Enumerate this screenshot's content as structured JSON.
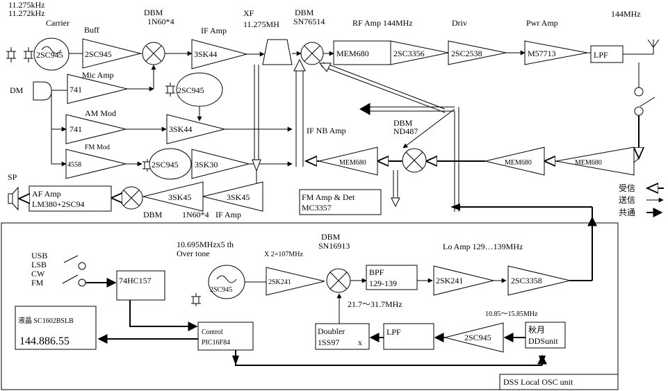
{
  "labels": {
    "freq1": "11.275kHz",
    "freq2": "11.272kHz",
    "carrier": "Carrier",
    "buff": "Buff",
    "dbm_top": "DBM",
    "dbm_top_sub": "1N60*4",
    "if_amp_top": "IF Amp",
    "xf": "XF",
    "xf_sub": "11.275MH",
    "dbm_sn76514": "DBM",
    "dbm_sn76514_sub": "SN76514",
    "rf_amp": "RF Amp 144MHz",
    "driv": "Driv",
    "pwr_amp": "Pwr Amp",
    "band_144": "144MHz",
    "dm": "DM",
    "mic_amp": "Mic Amp",
    "am_mod": "AM Mod",
    "fm_mod": "FM Mod",
    "if_nb_amp": "IF NB Amp",
    "dbm_nd487": "DBM",
    "dbm_nd487_sub": "ND487",
    "sp": "SP",
    "dbm_bottom": "DBM",
    "dbm_bottom_sub": "1N60*4",
    "if_amp_bottom": "IF Amp",
    "osc_lbl1": "10.695MHzx5 th",
    "osc_lbl2": "Over tone",
    "x2_lbl": "X 2=107MHz",
    "dbm_sn16913": "DBM",
    "dbm_sn16913_sub": "SN16913",
    "lo_amp": "Lo Amp 129…139MHz",
    "range_217": "21.7〜31.7MHz",
    "range_1085": "10.85〜15.85MHz",
    "dss_unit": "DSS Local OSC unit"
  },
  "blocks": {
    "q_carrier": "2SC945",
    "buff": "2SC945",
    "if_amp": "3SK44",
    "mem680_tx": "MEM680",
    "rf_amp": "2SC3356",
    "driv": "2SC2538",
    "pwr_amp": "M57713",
    "lpf_out": "LPF",
    "mic_amp": "741",
    "q_mic": "2SC945",
    "am_741": "741",
    "am_mod": "3SK44",
    "fm_4558": "4558",
    "q_fm": "2SC945",
    "fm_3sk30": "3SK30",
    "mem680_rx_if": "MEM680",
    "mem680_rx1": "MEM680",
    "mem680_rx2": "MEM680",
    "af_amp_1": "AF Amp",
    "af_amp_2": "LM380+2SC94",
    "rx_3sk45_a": "3SK45",
    "rx_3sk45_b": "3SK45",
    "fm_det_1": "FM Amp & Det",
    "fm_det_2": "MC3357",
    "mode_1": "USB",
    "mode_2": "LSB",
    "mode_3": "CW",
    "mode_4": "FM",
    "hc157": "74HC157",
    "lcd_title": "液晶 SC1602BSLB",
    "lcd_freq": "144.886.55",
    "ctrl_1": "Control",
    "ctrl_2": "PIC16F84",
    "q_osc": "2SC945",
    "osc_2sk241": "2SK241",
    "bpf_1": "BPF",
    "bpf_2": "129-139",
    "lo_2sk241": "2SK241",
    "lo_2sc3358": "2SC3358",
    "doubler_1": "Doubler",
    "doubler_2": "1SS97",
    "doubler_x": "x",
    "lpf_dss": "LPF",
    "dss_2sc945": "2SC945",
    "dds_1": "秋月",
    "dds_2": "DDSunit"
  },
  "legend": {
    "rx": "受信",
    "tx": "送信",
    "common": "共通"
  }
}
